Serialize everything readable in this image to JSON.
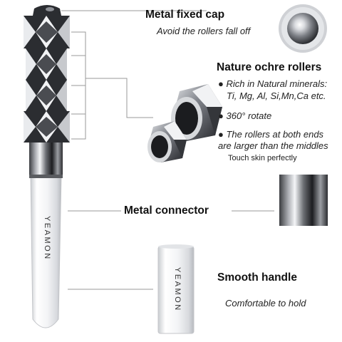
{
  "features": {
    "cap": {
      "title": "Metal fixed cap",
      "desc": "Avoid the rollers fall off"
    },
    "rollers": {
      "title": "Nature ochre rollers",
      "bullets": [
        {
          "lines": [
            "Rich in Natural minerals:",
            "Ti, Mg, Al, Si,Mn,Ca etc."
          ]
        },
        {
          "lines": [
            "360° rotate"
          ]
        },
        {
          "lines": [
            "The rollers at both ends",
            "are larger than the middles"
          ]
        }
      ],
      "note": "Touch skin perfectly"
    },
    "connector": {
      "title": "Metal connector"
    },
    "handle": {
      "title": "Smooth handle",
      "desc": "Comfortable to hold"
    }
  },
  "brand": "YEAMON",
  "colors": {
    "metal_dark": "#2b2d31",
    "metal_light": "#eef0f2",
    "line": "#9a9a9a"
  }
}
